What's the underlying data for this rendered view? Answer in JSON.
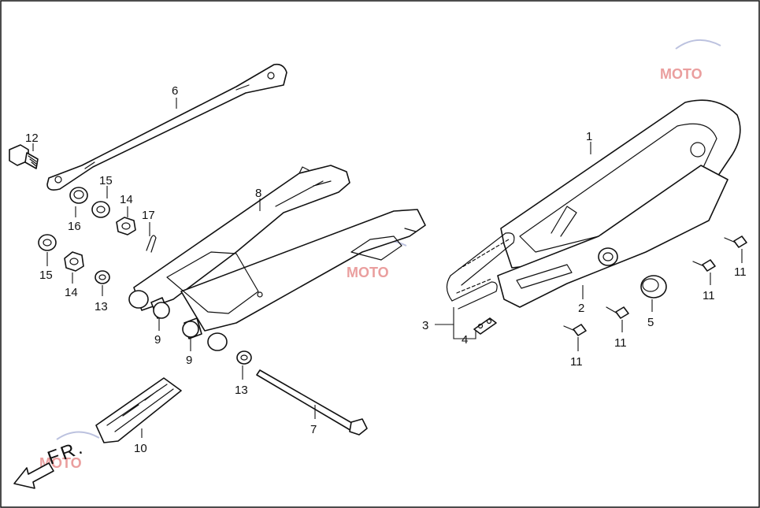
{
  "direction_label": "FR.",
  "watermark": {
    "brand": "MOTO",
    "accent_color": "#d9504f",
    "arc_color": "#6a78b8"
  },
  "callouts": [
    {
      "id": "c1",
      "label": "1"
    },
    {
      "id": "c2",
      "label": "2"
    },
    {
      "id": "c3",
      "label": "3"
    },
    {
      "id": "c4",
      "label": "4"
    },
    {
      "id": "c5",
      "label": "5"
    },
    {
      "id": "c6",
      "label": "6"
    },
    {
      "id": "c7",
      "label": "7"
    },
    {
      "id": "c8",
      "label": "8"
    },
    {
      "id": "c9a",
      "label": "9"
    },
    {
      "id": "c9b",
      "label": "9"
    },
    {
      "id": "c10",
      "label": "10"
    },
    {
      "id": "c11a",
      "label": "11"
    },
    {
      "id": "c11b",
      "label": "11"
    },
    {
      "id": "c11c",
      "label": "11"
    },
    {
      "id": "c11d",
      "label": "11"
    },
    {
      "id": "c12",
      "label": "12"
    },
    {
      "id": "c13a",
      "label": "13"
    },
    {
      "id": "c13b",
      "label": "13"
    },
    {
      "id": "c14a",
      "label": "14"
    },
    {
      "id": "c14b",
      "label": "14"
    },
    {
      "id": "c15a",
      "label": "15"
    },
    {
      "id": "c15b",
      "label": "15"
    },
    {
      "id": "c16",
      "label": "16"
    },
    {
      "id": "c17",
      "label": "17"
    }
  ]
}
